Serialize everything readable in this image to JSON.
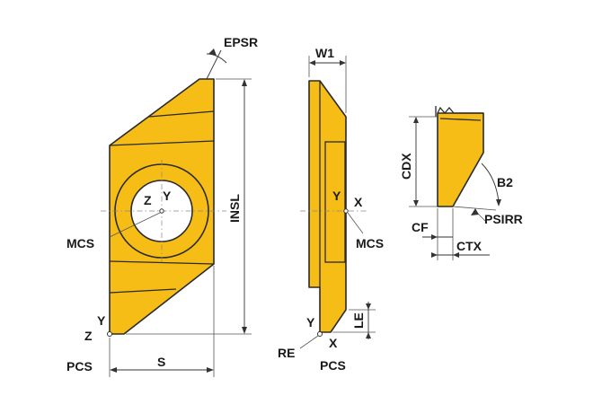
{
  "labels": {
    "epsr": "EPSR",
    "insl": "INSL",
    "s": "S",
    "mcs_left": "MCS",
    "pcs_left": "PCS",
    "z_center": "Z",
    "y_center": "Y",
    "y_pcs_left": "Y",
    "z_pcs_left": "Z",
    "w1": "W1",
    "y_side": "Y",
    "x_side": "X",
    "mcs_side": "MCS",
    "le": "LE",
    "y_pcs_side": "Y",
    "x_pcs_side": "X",
    "re": "RE",
    "pcs_side": "PCS",
    "cdx": "CDX",
    "b2": "B2",
    "psirr": "PSIRR",
    "cf": "CF",
    "ctx": "CTX"
  },
  "colors": {
    "insert_fill": "#f6bd16",
    "outline": "#2a2a2a"
  }
}
